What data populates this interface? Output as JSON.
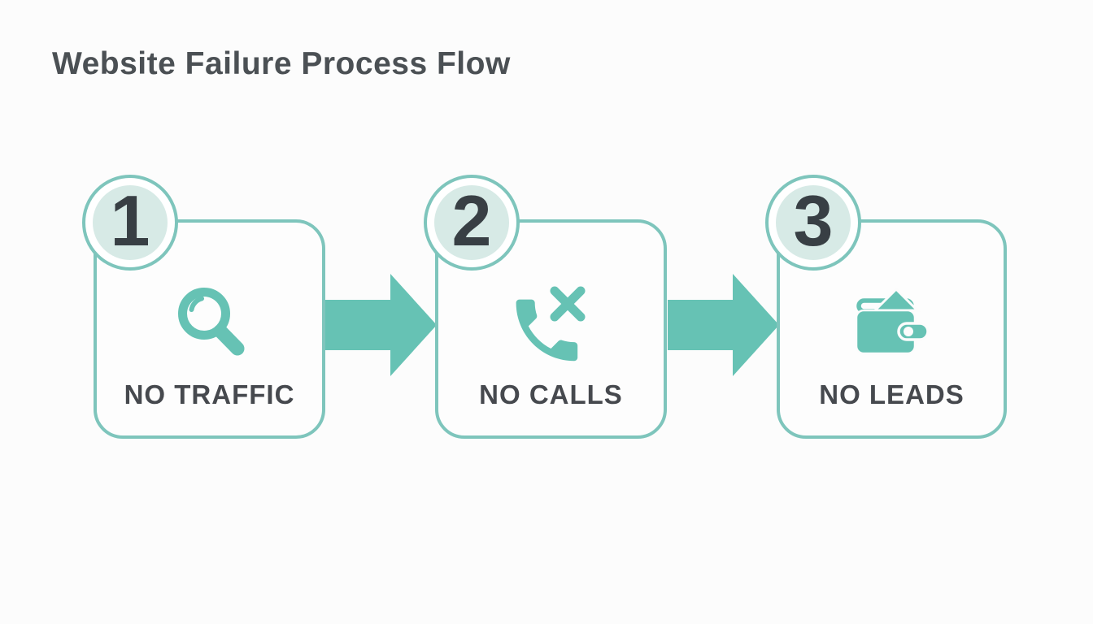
{
  "page": {
    "title": "Website Failure Process Flow"
  },
  "colors": {
    "background": "#fcfcfc",
    "card_border_teal": "#7ec5bc",
    "icon_arrow_teal": "#66c2b4",
    "badge_fill_light_teal": "#d7eae6",
    "title_text": "#4b5054",
    "label_text": "#46494e",
    "number_text": "#383f44"
  },
  "steps": [
    {
      "number": "1",
      "label": "NO TRAFFIC",
      "icon": "magnifier-icon"
    },
    {
      "number": "2",
      "label": "NO CALLS",
      "icon": "phone-missed-icon"
    },
    {
      "number": "3",
      "label": "NO LEADS",
      "icon": "wallet-icon"
    }
  ],
  "connectors": [
    {
      "icon": "arrow-right-icon"
    },
    {
      "icon": "arrow-right-icon"
    }
  ]
}
